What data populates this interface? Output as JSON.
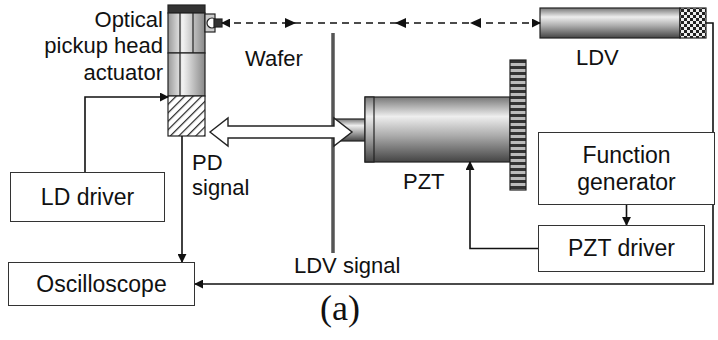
{
  "diagram": {
    "nodes": [
      {
        "text": [
          "Optical pickup head actuator"
        ]
      },
      {
        "text": [
          "LDV"
        ]
      },
      {
        "text": [
          "PZT"
        ]
      },
      {
        "text": [
          "Function generator"
        ]
      },
      {
        "text": [
          "LD driver"
        ]
      },
      {
        "text": [
          "PZT driver"
        ]
      },
      {
        "text": [
          "Oscilloscope"
        ]
      }
    ],
    "edges": [
      {
        "from": 0,
        "to": 1,
        "arrow": "both"
      },
      {
        "from": 4,
        "to": 0,
        "arrow": "to"
      },
      {
        "from": 0,
        "to": 6,
        "label": "PD signal",
        "arrow": "to"
      },
      {
        "from": 3,
        "to": 5,
        "arrow": "to"
      },
      {
        "from": 5,
        "to": 2,
        "arrow": "to"
      },
      {
        "from": 1,
        "to": 6,
        "label": "LDV signal",
        "arrow": "to"
      }
    ],
    "labels": [
      "Wafer",
      "(a)"
    ]
  }
}
